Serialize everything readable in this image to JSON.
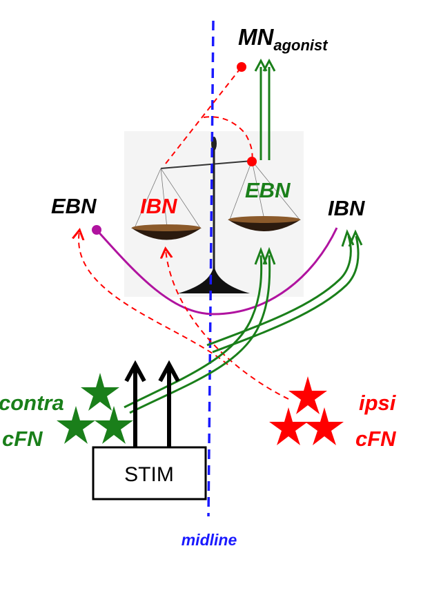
{
  "labels": {
    "mn_main": "MN",
    "mn_sub": "agonist",
    "ebn_left": "EBN",
    "ibn_scale": "IBN",
    "ebn_scale": "EBN",
    "ibn_right": "IBN",
    "contra_line1": "contra",
    "contra_line2": "cFN",
    "ipsi_line1": "ipsi",
    "ipsi_line2": "cFN",
    "stim": "STIM",
    "midline": "midline"
  },
  "colors": {
    "excitatory": "#1a7f1a",
    "inhibitory": "#ff0000",
    "midline": "#1a1aff",
    "magenta": "#b0139f",
    "ink": "#000000"
  },
  "icons": {
    "balance": "balance-scale-icon",
    "star": "star-icon"
  }
}
